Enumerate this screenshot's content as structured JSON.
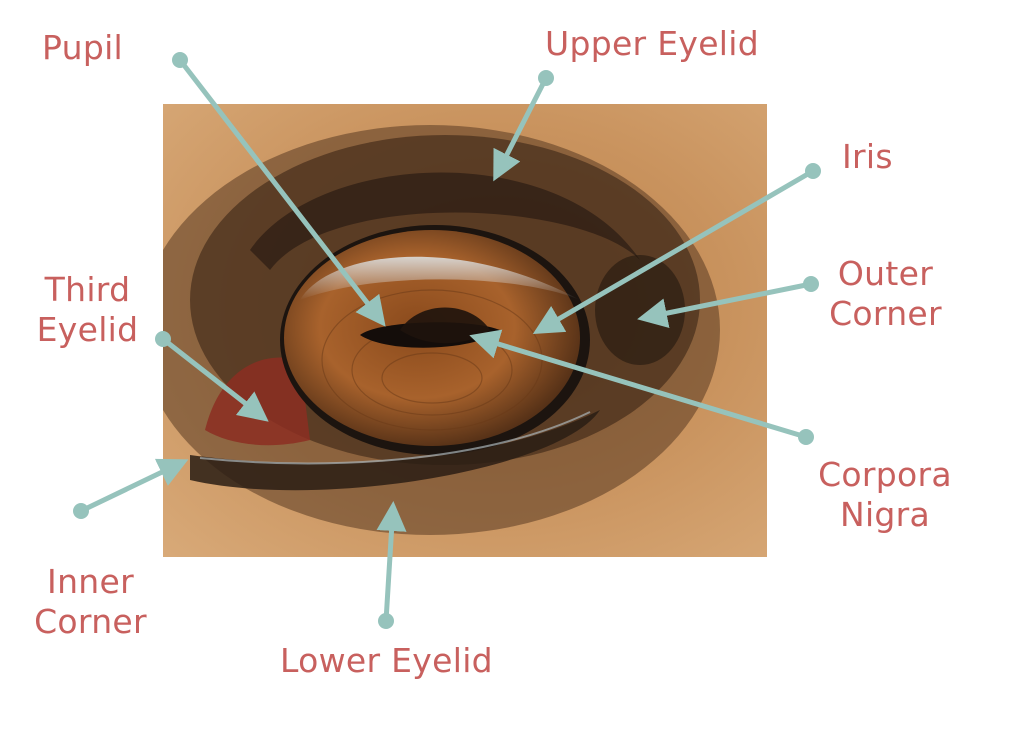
{
  "labels": {
    "pupil": "Pupil",
    "upper_eyelid": "Upper Eyelid",
    "iris": "Iris",
    "outer_corner": "Outer\nCorner",
    "third_eyelid": "Third\nEyelid",
    "corpora_nigra": "Corpora\nNigra",
    "inner_corner": "Inner\nCorner",
    "lower_eyelid": "Lower Eyelid"
  },
  "colors": {
    "label_text": "#c8605e",
    "pointer": "#96c3bc",
    "background": "#ffffff"
  }
}
